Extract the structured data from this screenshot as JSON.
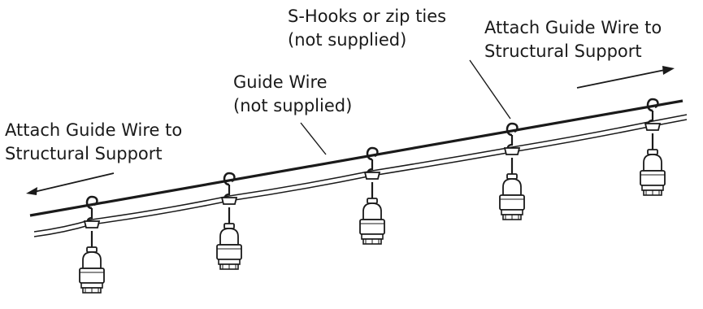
{
  "labels": {
    "s_hooks": {
      "line1": "S-Hooks or zip ties",
      "line2": "(not supplied)"
    },
    "guide_wire": {
      "line1": "Guide Wire",
      "line2": "(not supplied)"
    },
    "attach_left": {
      "line1": "Attach Guide Wire to",
      "line2": "Structural Support"
    },
    "attach_right": {
      "line1": "Attach Guide Wire to",
      "line2": "Structural Support"
    }
  },
  "colors": {
    "ink": "#1a1a1a",
    "background": "#ffffff"
  },
  "fixture_count": 5
}
